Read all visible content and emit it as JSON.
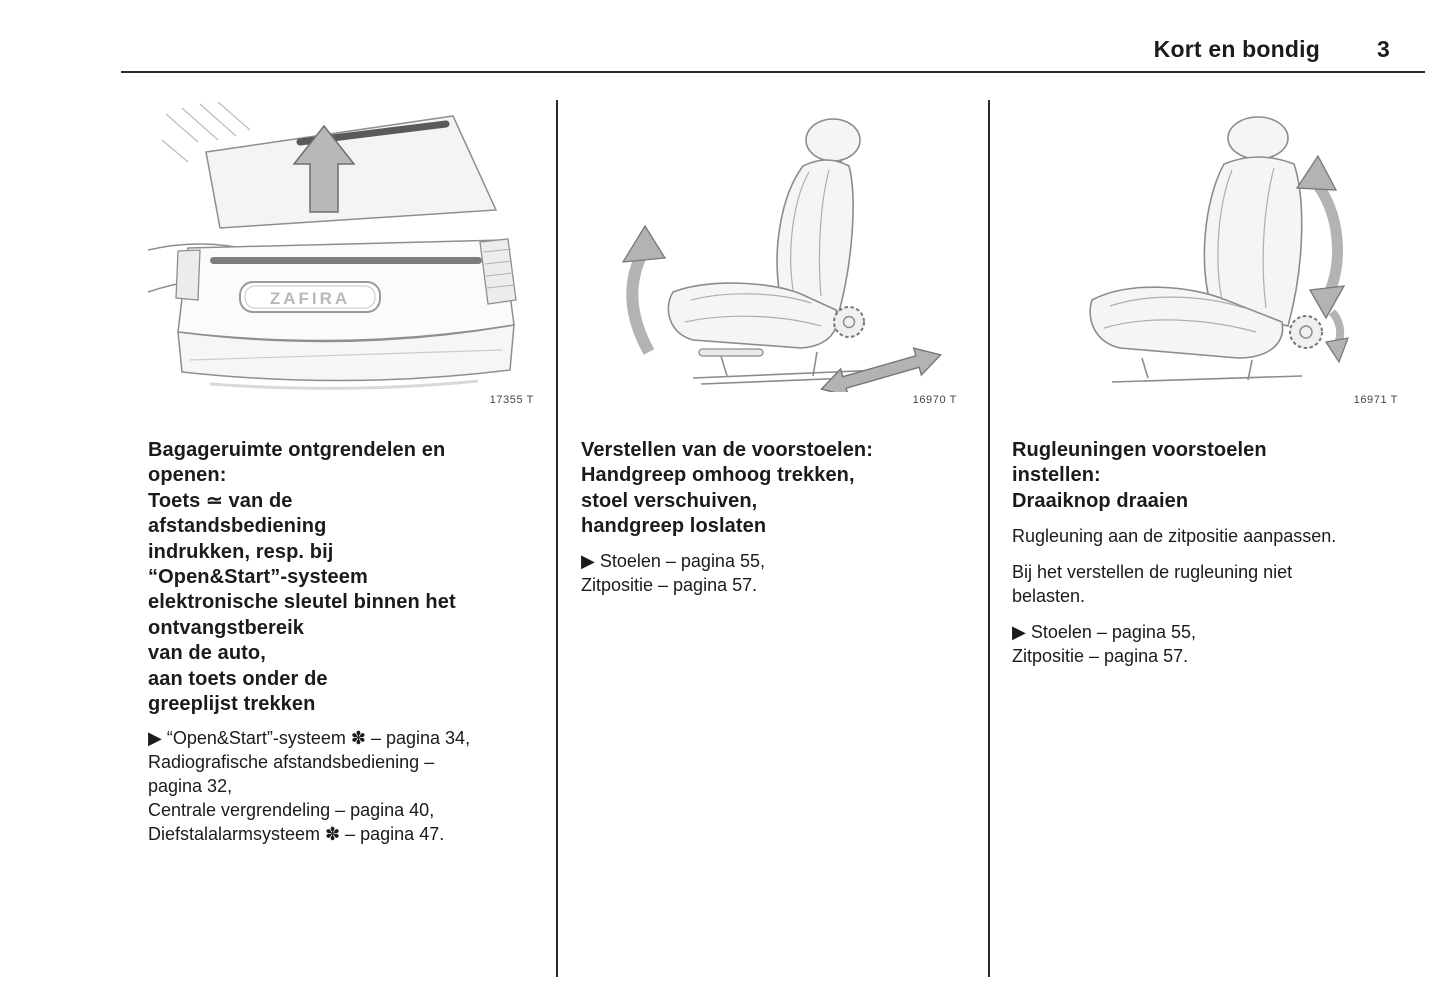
{
  "header": {
    "title": "Kort en bondig",
    "page_number": "3"
  },
  "figures": {
    "fig1_caption": "17355 T",
    "fig2_caption": "16970 T",
    "fig3_caption": "16971 T",
    "zafira_badge": "ZAFIRA"
  },
  "columns": {
    "col1": {
      "heading": "Bagageruimte ontgrendelen en\nopenen:\nToets ≃ van de\nafstandsbediening\nindrukken, resp. bij\n“Open&Start”-systeem\nelektronische sleutel binnen het\nontvangstbereik\nvan de auto,\naan toets onder de\ngreeplijst trekken",
      "body": "▶ “Open&Start”-systeem ✽ – pagina 34,\nRadiografische afstandsbediening –\npagina 32,\nCentrale vergrendeling – pagina 40,\nDiefstalalarmsysteem ✽ – pagina 47."
    },
    "col2": {
      "heading": "Verstellen van de voorstoelen:\nHandgreep omhoog trekken,\nstoel verschuiven,\nhandgreep loslaten",
      "body": "▶ Stoelen – pagina 55,\nZitpositie – pagina 57."
    },
    "col3": {
      "heading": "Rugleuningen voorstoelen\ninstellen:\nDraaiknop draaien",
      "para1": "Rugleuning aan de zitpositie aanpassen.",
      "para2": "Bij het verstellen de rugleuning niet\nbelasten.",
      "body": "▶ Stoelen – pagina 55,\nZitpositie – pagina 57."
    }
  }
}
